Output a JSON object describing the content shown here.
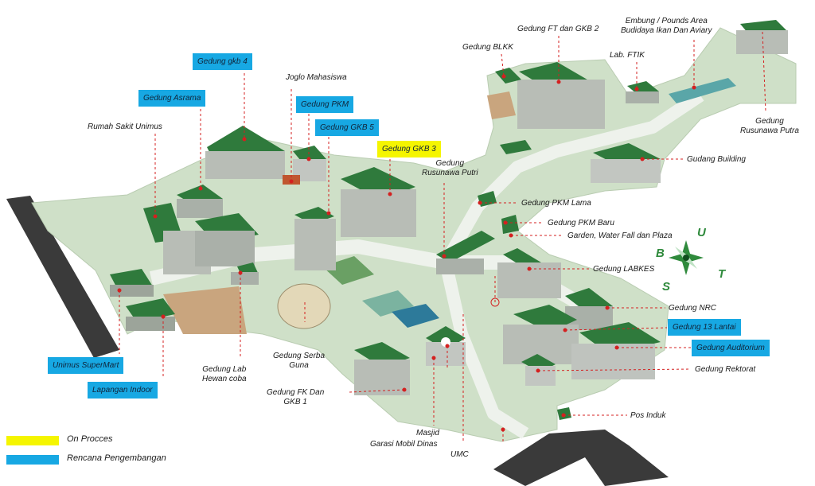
{
  "colors": {
    "on_process": "#f5f500",
    "planned": "#17a8e3",
    "road": "#3a3a3a",
    "campus_ground": "#cfe0c8",
    "building_green": "#2f7a3c",
    "pointer": "#d42020"
  },
  "labels": {
    "gkb4": "Gedung gkb 4",
    "asrama": "Gedung Asrama",
    "rumah_sakit": "Rumah Sakit Unimus",
    "joglo": "Joglo Mahasiswa",
    "pkm": "Gedung PKM",
    "gkb5": "Gedung GKB 5",
    "gkb3": "Gedung GKB 3",
    "rusunawa_putri": "Gedung\nRusunawa Putri",
    "blkk": "Gedung BLKK",
    "ft_gkb2": "Gedung FT dan GKB 2",
    "lab_ftik": "Lab. FTIK",
    "embung": "Embung / Pounds Area\nBudidaya Ikan Dan Aviary",
    "rusunawa_putra": "Gedung\nRusunawa Putra",
    "gudang": "Gudang Building",
    "pkm_lama": "Gedung PKM Lama",
    "pkm_baru": "Gedung PKM Baru",
    "garden": "Garden, Water Fall dan Plaza",
    "labkes": "Gedung LABKES",
    "nrc": "Gedung NRC",
    "lantai13": "Gedung 13 Lantai",
    "auditorium": "Gedung Auditorium",
    "rektorat": "Gedung Rektorat",
    "pos_induk": "Pos Induk",
    "umc": "UMC",
    "masjid": "Masjid",
    "garasi": "Garasi Mobil Dinas",
    "fk_gkb1": "Gedung FK Dan\nGKB 1",
    "serba_guna": "Gedung Serba\nGuna",
    "lab_hewan": "Gedung Lab\nHewan coba",
    "supermart": "Unimus SuperMart",
    "lapangan": "Lapangan Indoor"
  },
  "compass": {
    "u": "U",
    "b": "B",
    "t": "T",
    "s": "S"
  },
  "legend": [
    {
      "label": "On Procces",
      "color": "#f5f500"
    },
    {
      "label": "Rencana Pengembangan",
      "color": "#17a8e3"
    }
  ]
}
